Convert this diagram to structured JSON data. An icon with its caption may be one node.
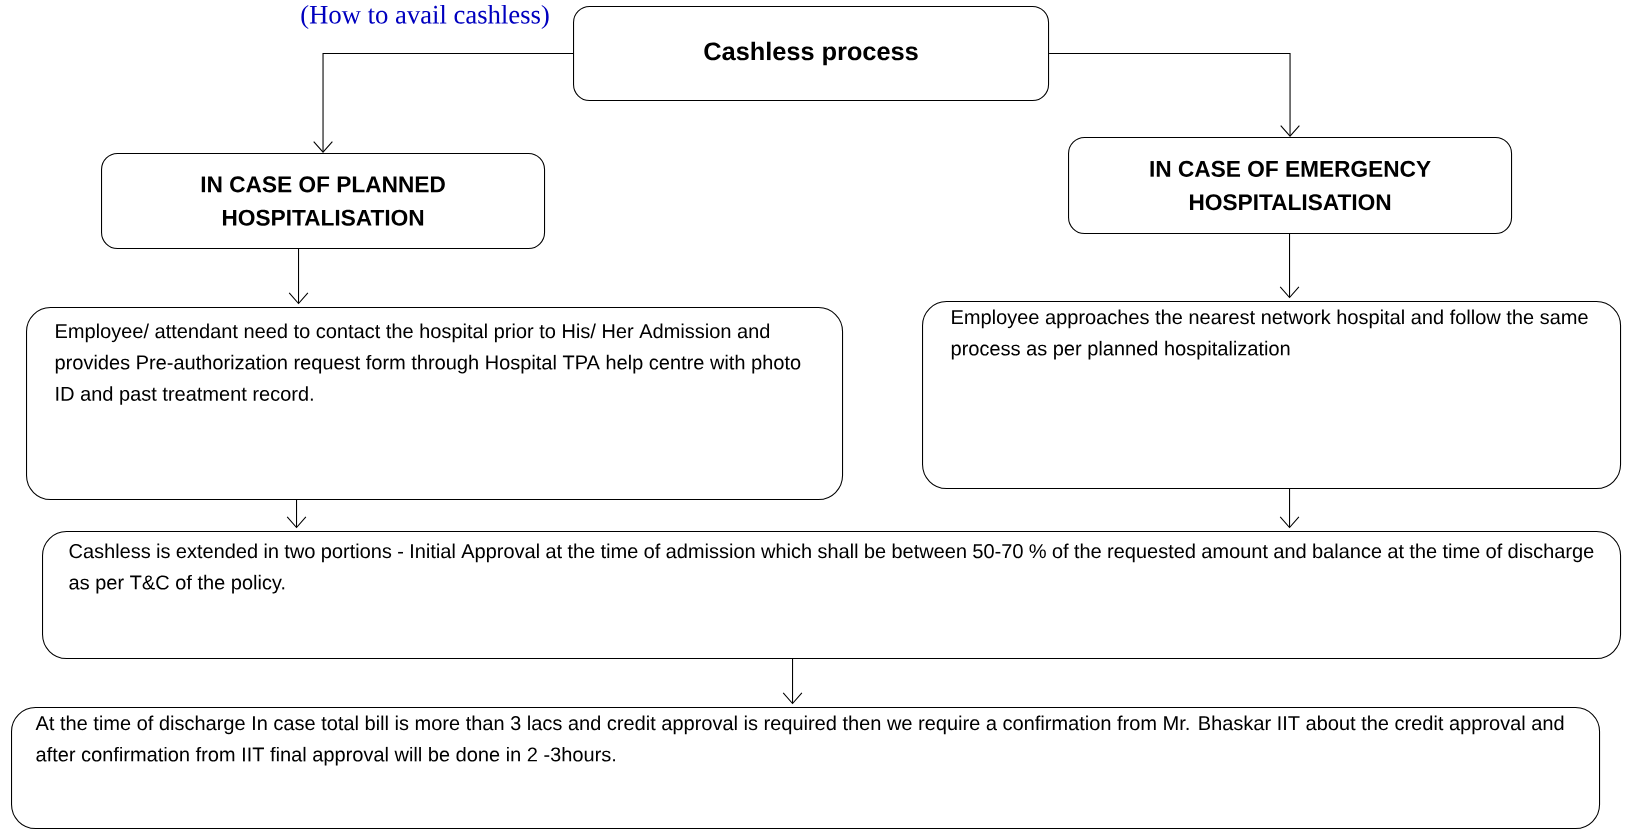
{
  "diagram": {
    "title": "(How to avail cashless)",
    "nodes": [
      {
        "text": [
          "Cashless process"
        ]
      },
      {
        "text": [
          "IN CASE OF PLANNED HOSPITALISATION"
        ]
      },
      {
        "text": [
          "IN CASE OF EMERGENCY HOSPITALISATION"
        ]
      },
      {
        "text": [
          "Employee/ attendant need to contact the hospital prior to His/ Her Admission and provides Pre-authorization request form through Hospital TPA help centre with photo ID and past treatment record."
        ]
      },
      {
        "text": [
          "Employee approaches the nearest network hospital and follow the same process as per planned hospitalization"
        ]
      },
      {
        "text": [
          "Cashless is extended in two portions - Initial Approval at the time of admission which shall be between 50-70 % of the requested amount and balance at the time of discharge as per T&C of the policy."
        ]
      },
      {
        "text": [
          "At the time of discharge In case total bill is more than 3 lacs and credit approval is required then we require a confirmation from Mr. Bhaskar IIT about the credit approval and after confirmation from IIT final approval will be done in 2 -3hours."
        ]
      }
    ],
    "edges": [
      {
        "from": 0,
        "to": 1,
        "arrow": "to"
      },
      {
        "from": 0,
        "to": 2,
        "arrow": "to"
      },
      {
        "from": 1,
        "to": 3,
        "arrow": "to"
      },
      {
        "from": 2,
        "to": 4,
        "arrow": "to"
      },
      {
        "from": 3,
        "to": 5,
        "arrow": "to"
      },
      {
        "from": 4,
        "to": 5,
        "arrow": "to"
      },
      {
        "from": 5,
        "to": 6,
        "arrow": "to"
      }
    ]
  }
}
